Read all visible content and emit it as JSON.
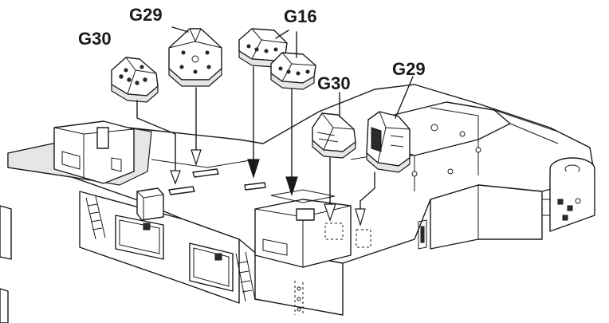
{
  "labels": {
    "g30_left": "G30",
    "g29_left": "G29",
    "g16": "G16",
    "g30_right": "G30",
    "g29_right": "G29"
  }
}
